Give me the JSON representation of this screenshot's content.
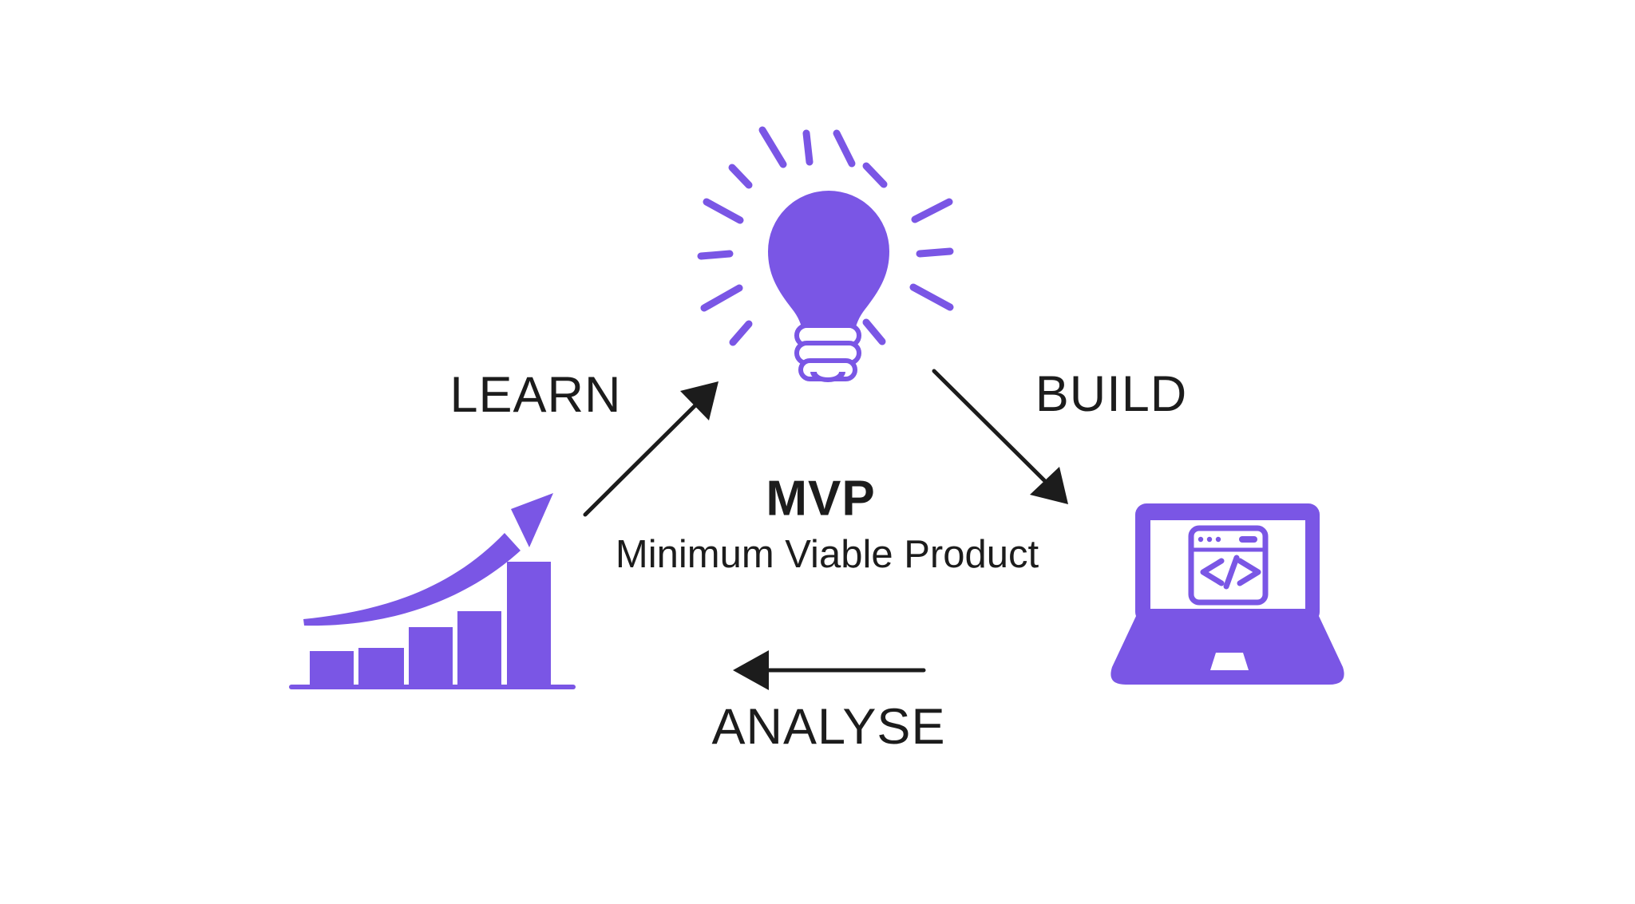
{
  "colors": {
    "accent": "#7a56e5",
    "ink": "#1c1c1c",
    "background": "#ffffff"
  },
  "center": {
    "title": "MVP",
    "subtitle": "Minimum Viable Product"
  },
  "labels": {
    "learn": "LEARN",
    "build": "BUILD",
    "analyse": "ANALYSE"
  },
  "icons": [
    "idea-lightbulb-icon",
    "growth-chart-icon",
    "laptop-code-icon"
  ]
}
